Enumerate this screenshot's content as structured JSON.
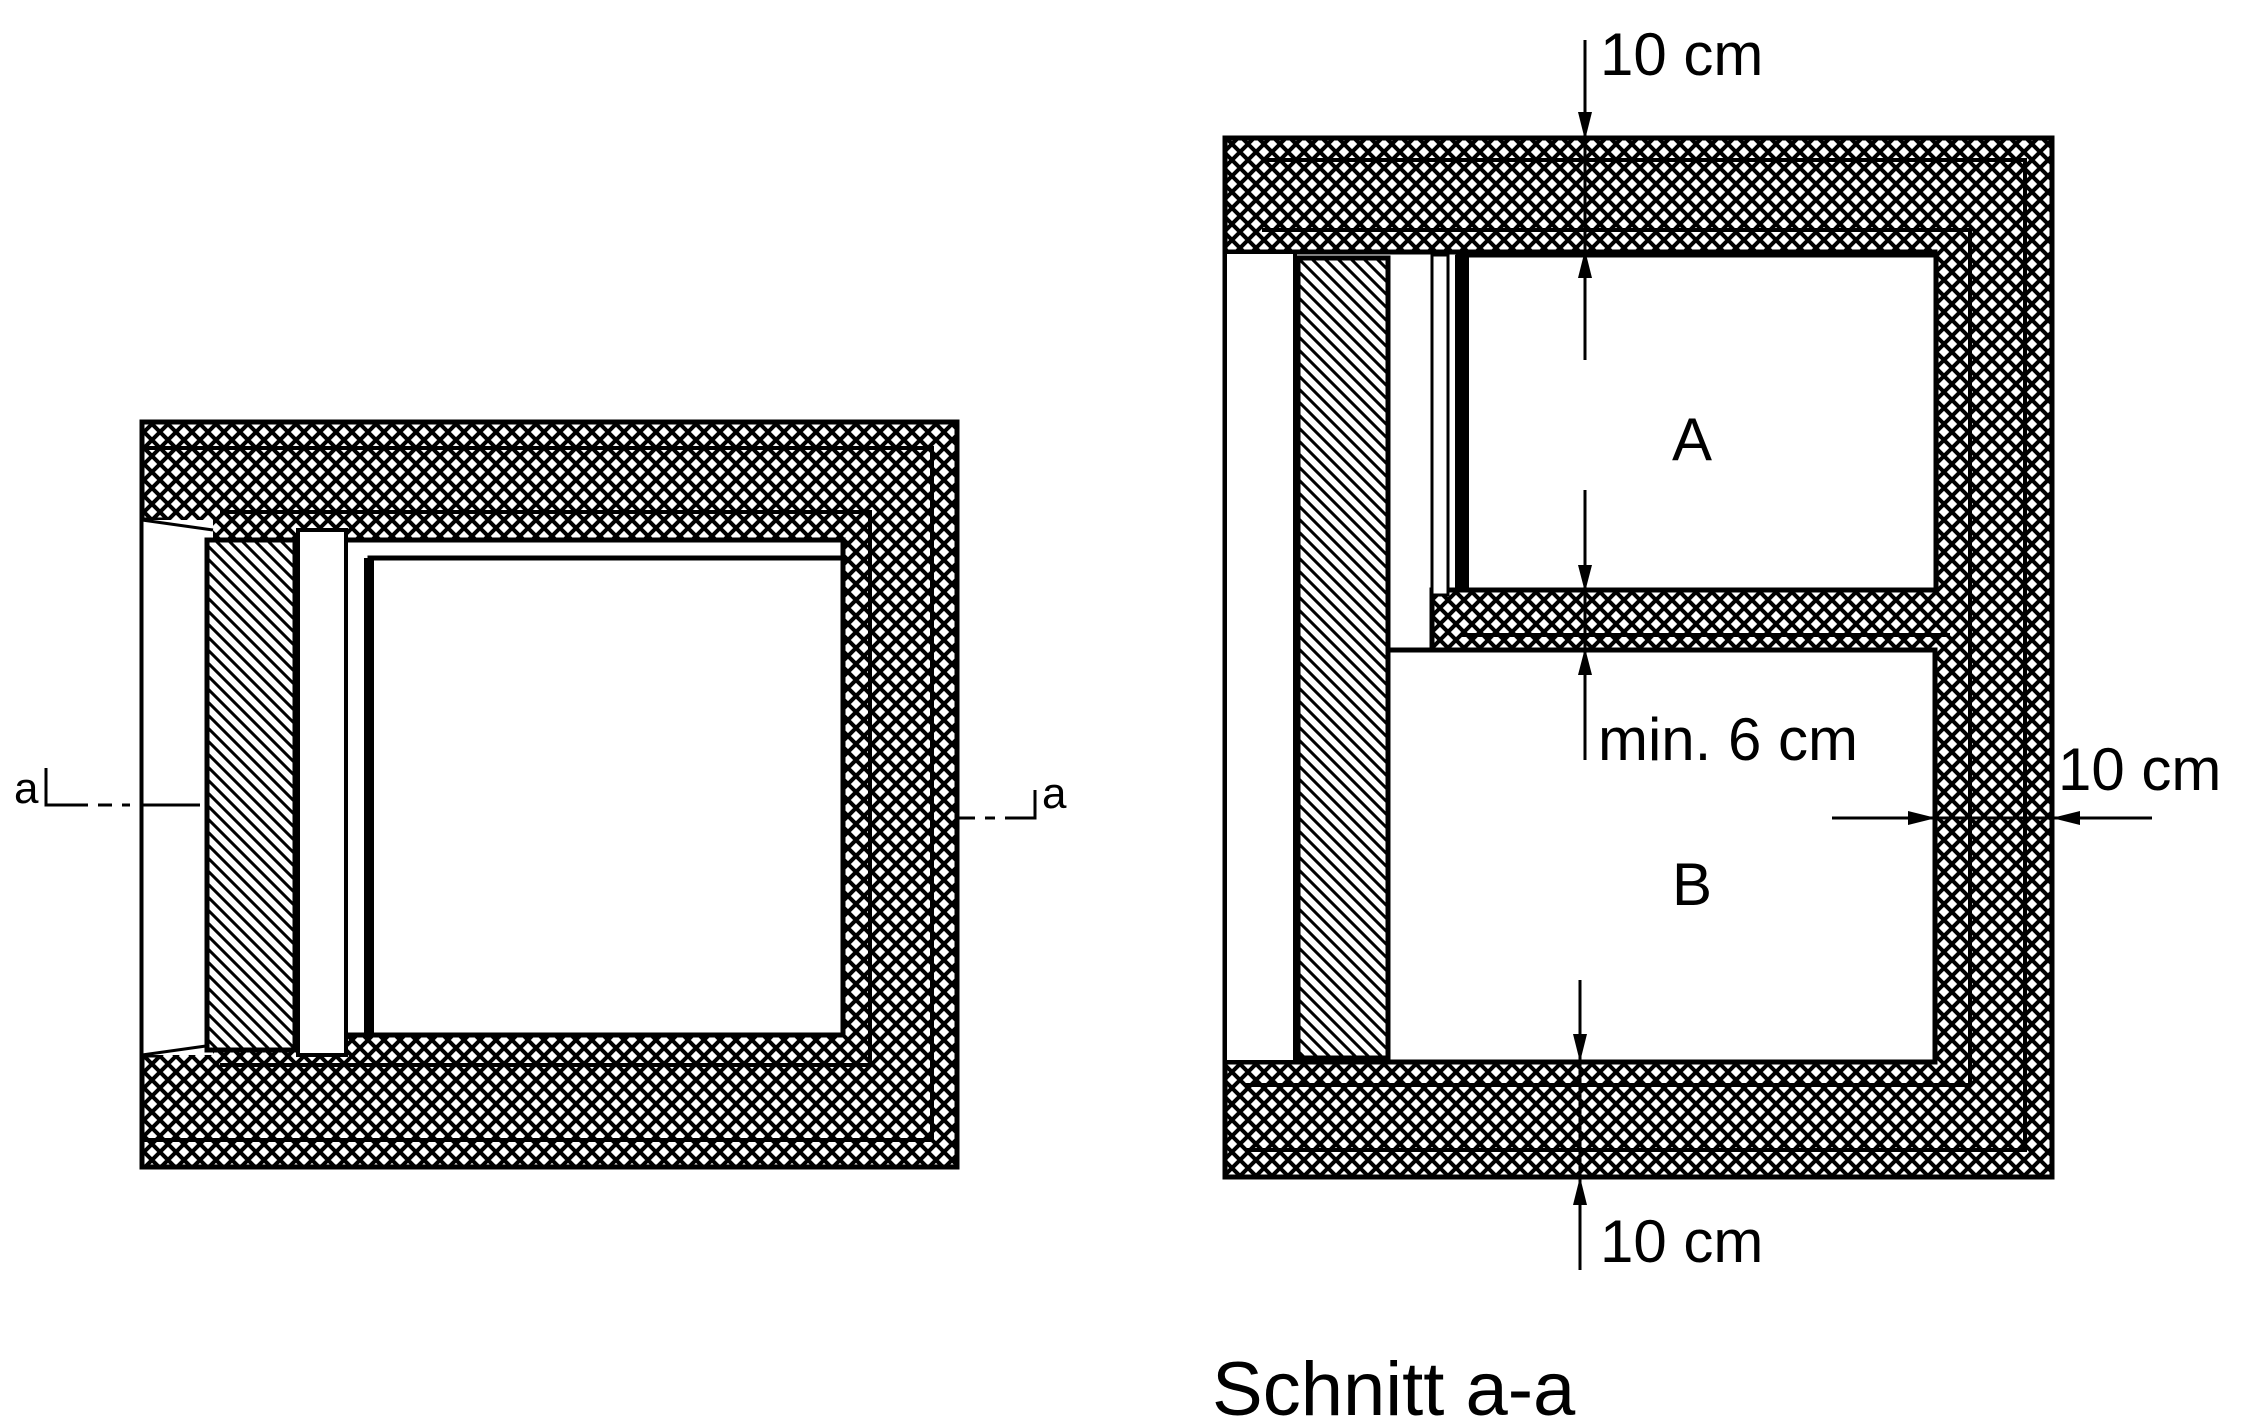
{
  "labels": {
    "section_mark_left": "a",
    "section_mark_right": "a",
    "dim_top": "10 cm",
    "dim_bottom": "10 cm",
    "dim_right": "10 cm",
    "dim_middle": "min. 6 cm",
    "compartment_a": "A",
    "compartment_b": "B",
    "caption": "Schnitt a-a"
  },
  "colors": {
    "ink": "#000000",
    "paper": "#ffffff"
  }
}
